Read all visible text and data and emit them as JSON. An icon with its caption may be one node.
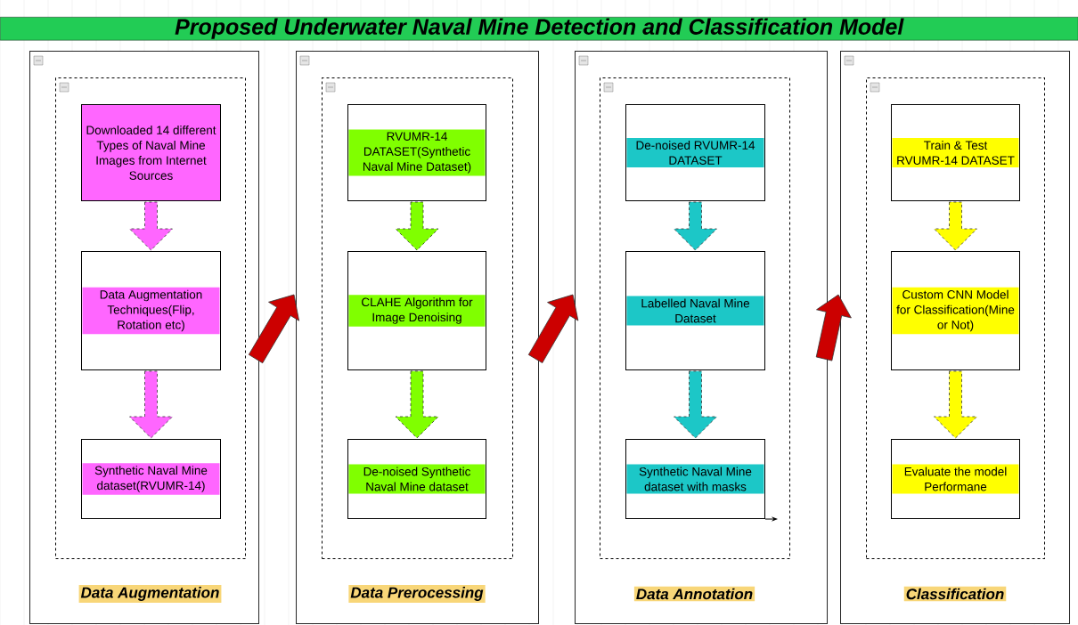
{
  "diagram": {
    "title": "Proposed Underwater Naval Mine Detection and Classification Model",
    "nodes": [
      {
        "text": [
          "Data Augmentation"
        ]
      },
      {
        "text": [],
        "shape": "box",
        "in": 0
      },
      {
        "text": [
          "Downloaded 14 different Types of Naval Mine Images from Internet Sources"
        ],
        "in": 1
      },
      {
        "text": [
          "Data Augmentation Techniques(Flip, Rotation etc)"
        ],
        "in": 1
      },
      {
        "text": [
          "Synthetic Naval Mine dataset(RVUMR-14)"
        ],
        "in": 1
      },
      {
        "text": [
          "Data Prerocessing"
        ]
      },
      {
        "text": [],
        "shape": "box",
        "in": 5
      },
      {
        "text": [
          "RVUMR-14 DATASET(Synthetic Naval Mine Dataset)"
        ],
        "in": 6
      },
      {
        "text": [
          "CLAHE Algorithm for Image Denoising"
        ],
        "in": 6
      },
      {
        "text": [
          "De-noised Synthetic Naval Mine dataset"
        ],
        "in": 6
      },
      {
        "text": [
          "Data Annotation"
        ]
      },
      {
        "text": [],
        "shape": "box",
        "in": 10
      },
      {
        "text": [
          "De-noised RVUMR-14 DATASET"
        ],
        "in": 11
      },
      {
        "text": [
          "Labelled Naval Mine Dataset"
        ],
        "in": 11
      },
      {
        "text": [
          "Synthetic Naval Mine dataset with masks"
        ],
        "in": 11
      },
      {
        "text": [
          "Classification"
        ]
      },
      {
        "text": [],
        "shape": "box",
        "in": 15
      },
      {
        "text": [
          "Train & Test RVUMR-14 DATASET"
        ],
        "in": 16
      },
      {
        "text": [
          "Custom CNN Model for Classification(Mine or Not)"
        ],
        "in": 16
      },
      {
        "text": [
          "Evaluate the model Performane"
        ],
        "in": 16
      }
    ],
    "edges": [
      {
        "from": 2,
        "to": 3,
        "arrow": "to",
        "style": "dashed",
        "color": "#ff66ff"
      },
      {
        "from": 3,
        "to": 4,
        "arrow": "to",
        "style": "dashed",
        "color": "#ff66ff"
      },
      {
        "from": 7,
        "to": 8,
        "arrow": "to",
        "style": "dashed",
        "color": "#80ff00"
      },
      {
        "from": 8,
        "to": 9,
        "arrow": "to",
        "style": "dashed",
        "color": "#80ff00"
      },
      {
        "from": 12,
        "to": 13,
        "arrow": "to",
        "style": "dashed",
        "color": "#1cc7c7"
      },
      {
        "from": 13,
        "to": 14,
        "arrow": "to",
        "style": "dashed",
        "color": "#1cc7c7"
      },
      {
        "from": 17,
        "to": 18,
        "arrow": "to",
        "style": "dashed",
        "color": "#ffff00"
      },
      {
        "from": 18,
        "to": 19,
        "arrow": "to",
        "style": "dashed",
        "color": "#ffff00"
      },
      {
        "from": 0,
        "to": 5,
        "arrow": "to",
        "color": "#cc0000"
      },
      {
        "from": 5,
        "to": 10,
        "arrow": "to",
        "color": "#cc0000"
      },
      {
        "from": 10,
        "to": 15,
        "arrow": "to",
        "color": "#cc0000"
      },
      {
        "from": 14,
        "to": null,
        "arrow": "to"
      }
    ]
  }
}
